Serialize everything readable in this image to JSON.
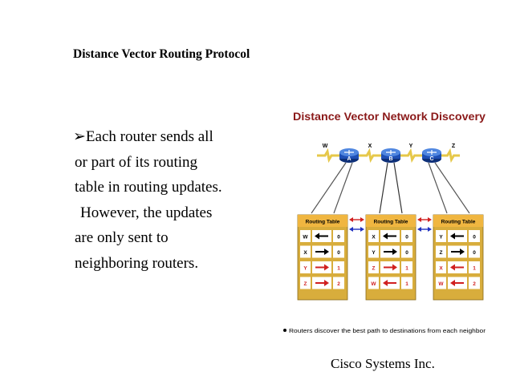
{
  "slide": {
    "title": "Distance Vector Routing Protocol",
    "bullet_marker": "➢",
    "bullet_lines": [
      "Each router sends all",
      "or part of its routing",
      "table in routing updates.",
      "However, the updates",
      "are only sent to",
      "neighboring routers."
    ],
    "credit": "Cisco Systems Inc."
  },
  "diagram": {
    "title": "Distance Vector Network Discovery",
    "network_labels": [
      "W",
      "X",
      "Y",
      "Z"
    ],
    "routers": [
      "A",
      "B",
      "C"
    ],
    "table_header": "Routing Table",
    "tables": [
      {
        "rows": [
          {
            "net": "W",
            "dir": "left",
            "hops": "0",
            "learned": false
          },
          {
            "net": "X",
            "dir": "right",
            "hops": "0",
            "learned": false
          },
          {
            "net": "Y",
            "dir": "right",
            "hops": "1",
            "learned": true
          },
          {
            "net": "Z",
            "dir": "right",
            "hops": "2",
            "learned": true
          }
        ]
      },
      {
        "rows": [
          {
            "net": "X",
            "dir": "left",
            "hops": "0",
            "learned": false
          },
          {
            "net": "Y",
            "dir": "right",
            "hops": "0",
            "learned": false
          },
          {
            "net": "Z",
            "dir": "right",
            "hops": "1",
            "learned": true
          },
          {
            "net": "W",
            "dir": "left",
            "hops": "1",
            "learned": true
          }
        ]
      },
      {
        "rows": [
          {
            "net": "Y",
            "dir": "left",
            "hops": "0",
            "learned": false
          },
          {
            "net": "Z",
            "dir": "right",
            "hops": "0",
            "learned": false
          },
          {
            "net": "X",
            "dir": "left",
            "hops": "1",
            "learned": true
          },
          {
            "net": "W",
            "dir": "left",
            "hops": "2",
            "learned": true
          }
        ]
      }
    ],
    "caption": "Routers discover the best path to destinations from each neighbor",
    "colors": {
      "title_text": "#8b1a1a",
      "router": "#1e4fb4",
      "table_header": "#f0b640",
      "table_body": "#d8ad3c",
      "cell": "#ffffff",
      "learned_arrow": "#d02020",
      "known_arrow": "#000000",
      "exchange_red": "#d02020",
      "exchange_blue": "#2030c0"
    }
  }
}
